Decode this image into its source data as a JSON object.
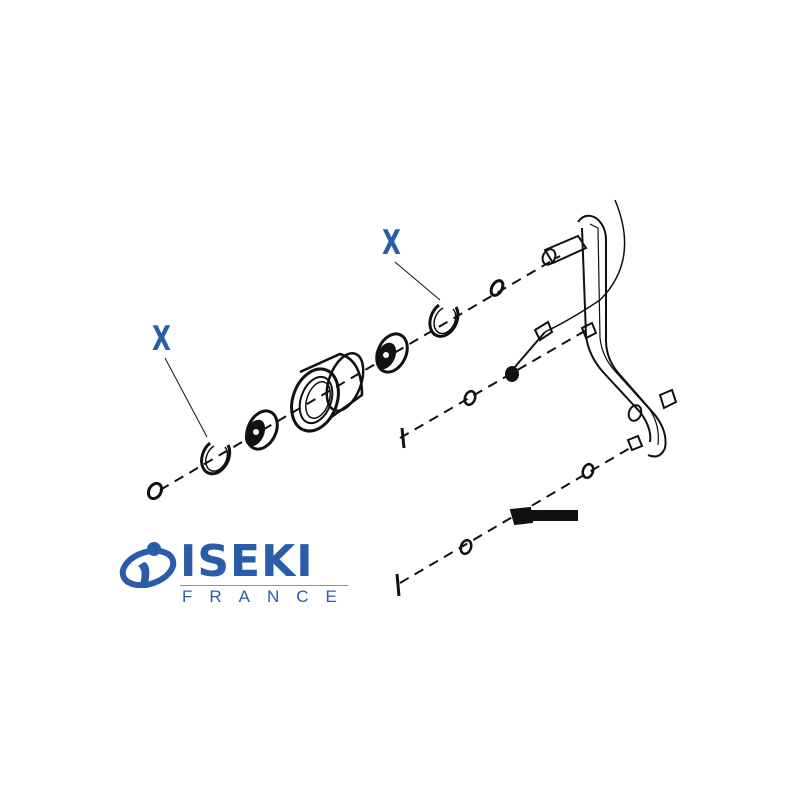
{
  "diagram": {
    "type": "exploded-parts-diagram",
    "callouts": [
      {
        "id": "x-left",
        "label": "X",
        "target": "circlip-left"
      },
      {
        "id": "x-right",
        "label": "X",
        "target": "circlip-right"
      }
    ],
    "parts": [
      "small-clip-left",
      "circlip-left",
      "bearing-left",
      "roller-sleeve",
      "bearing-right",
      "circlip-right",
      "small-clip-right",
      "pedal-lever-arm",
      "cable",
      "pin-upper",
      "washer-upper",
      "split-pin-upper",
      "washer-lower-right",
      "clevis-bolt",
      "washer-lower-left",
      "split-pin-lower"
    ],
    "colors": {
      "callout": "#2a5caa",
      "line": "#111111",
      "background": "#ffffff"
    }
  },
  "logo": {
    "brand": "ISEKI",
    "subtitle": "FRANCE",
    "color": "#2a5caa"
  }
}
